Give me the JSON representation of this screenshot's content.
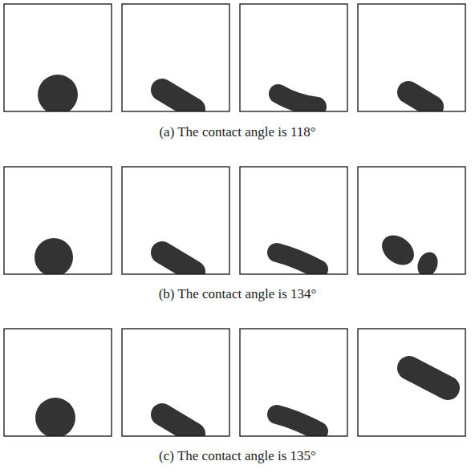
{
  "diagram": {
    "labels": [
      "(a) The contact angle is 118°",
      "(b) The contact angle is 134°",
      "(c) The contact angle is 135°"
    ]
  }
}
